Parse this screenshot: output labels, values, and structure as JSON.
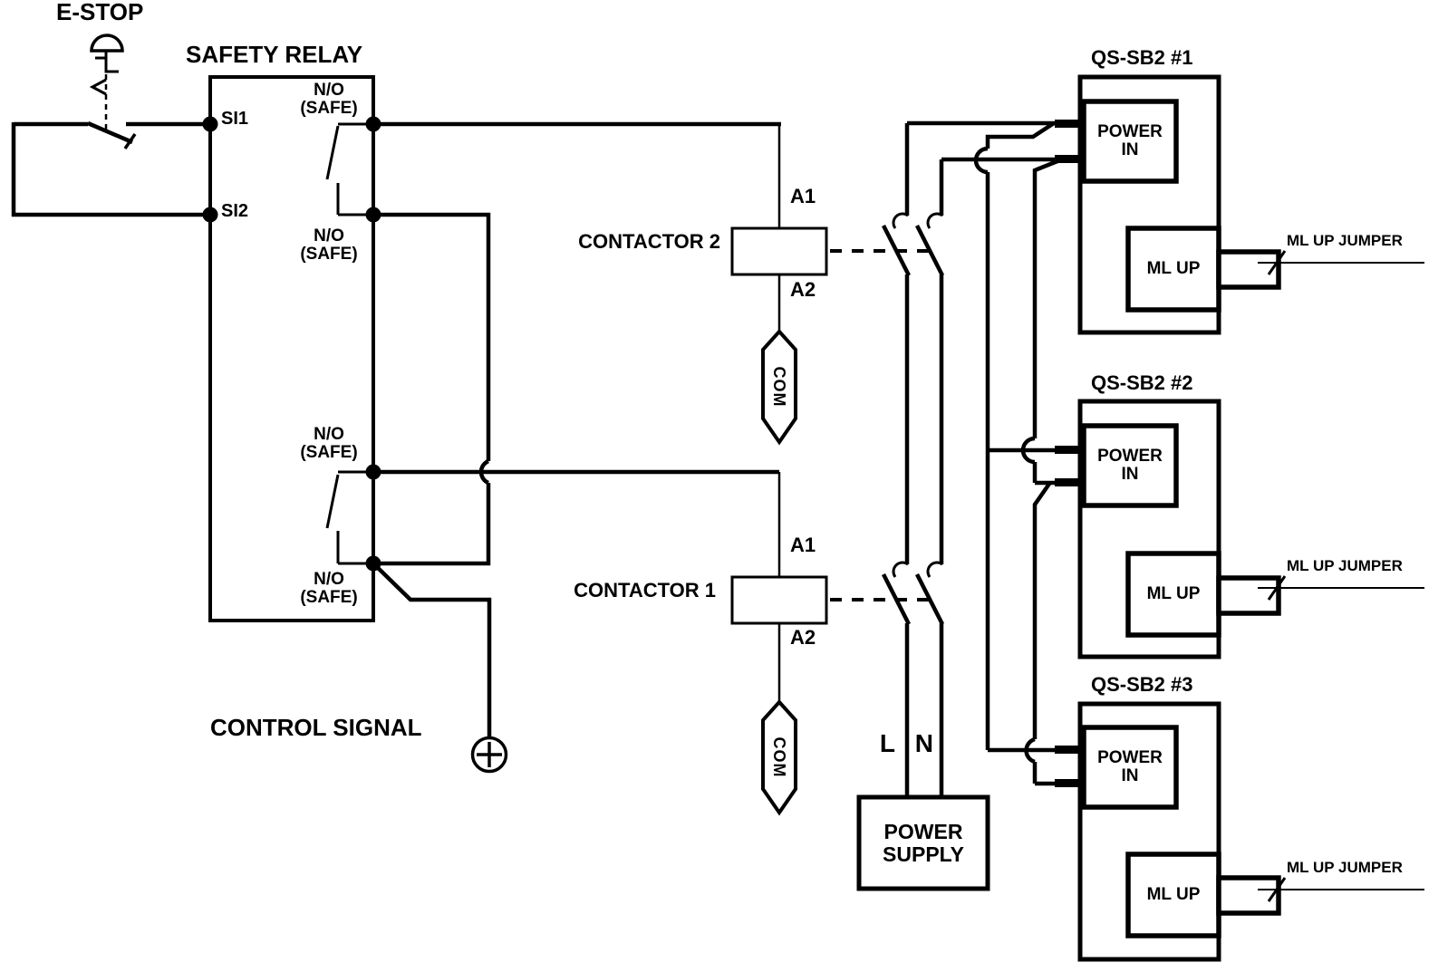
{
  "estop": {
    "label": "E-STOP"
  },
  "relay": {
    "title": "SAFETY RELAY",
    "si1": "SI1",
    "si2": "SI2",
    "no_safe": "N/O\n(SAFE)"
  },
  "control": {
    "label": "CONTROL SIGNAL"
  },
  "contactor2": {
    "label": "CONTACTOR 2",
    "a1": "A1",
    "a2": "A2",
    "com": "COM"
  },
  "contactor1": {
    "label": "CONTACTOR 1",
    "a1": "A1",
    "a2": "A2",
    "com": "COM"
  },
  "power": {
    "supply": "POWER\nSUPPLY",
    "l": "L",
    "n": "N"
  },
  "units": [
    {
      "title": "QS-SB2 #1",
      "power_in": "POWER\nIN",
      "ml_up": "ML UP",
      "jumper": "ML UP JUMPER"
    },
    {
      "title": "QS-SB2 #2",
      "power_in": "POWER\nIN",
      "ml_up": "ML UP",
      "jumper": "ML UP JUMPER"
    },
    {
      "title": "QS-SB2 #3",
      "power_in": "POWER\nIN",
      "ml_up": "ML UP",
      "jumper": "ML UP JUMPER"
    }
  ],
  "colors": {
    "line": "#000000",
    "background": "#ffffff"
  }
}
